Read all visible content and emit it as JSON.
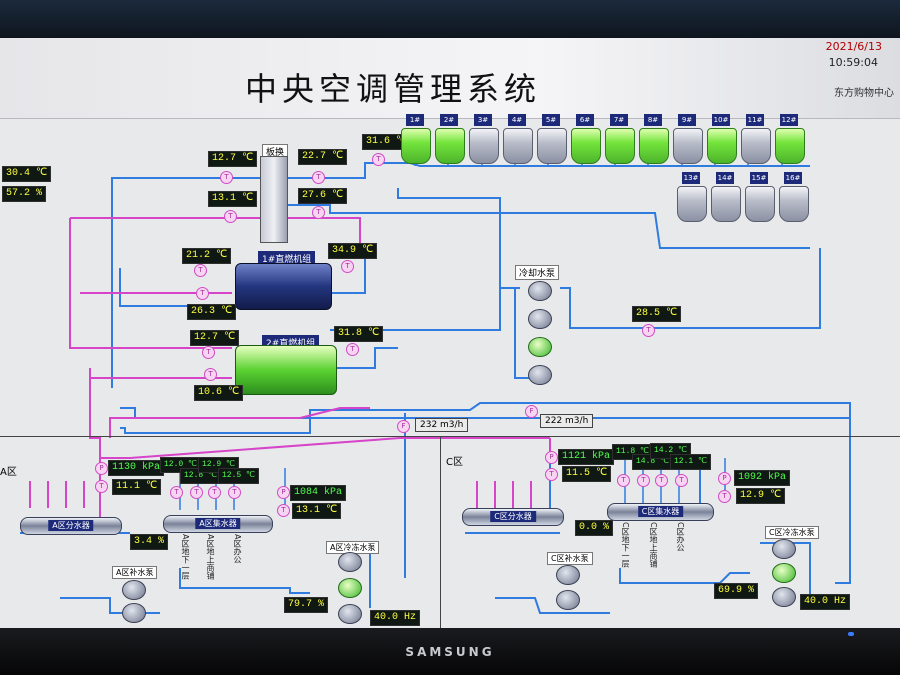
{
  "header": {
    "title": "中央空调管理系统",
    "date": "2021/6/13",
    "time": "10:59:04",
    "org": "东方购物中心"
  },
  "colors": {
    "pipe_blue": "#2f7be0",
    "pipe_magenta": "#d645c9",
    "readout_bg": "#101814",
    "readout_text": "#ffff40",
    "equip_on": "#5ad232"
  },
  "left_readouts": {
    "temp": "30.4 ℃",
    "humidity": "57.2 %"
  },
  "exchanger": {
    "label": "板换",
    "in_top": "12.7 ℃",
    "out_top": "22.7 ℃",
    "in_bottom": "13.1 ℃",
    "out_bottom": "27.6 ℃"
  },
  "tower_header_temp": "31.6 ℃",
  "towers_row1": [
    {
      "label": "1#",
      "state": "on"
    },
    {
      "label": "2#",
      "state": "on"
    },
    {
      "label": "3#",
      "state": "off"
    },
    {
      "label": "4#",
      "state": "off"
    },
    {
      "label": "5#",
      "state": "off"
    },
    {
      "label": "6#",
      "state": "on"
    },
    {
      "label": "7#",
      "state": "on"
    },
    {
      "label": "8#",
      "state": "on"
    },
    {
      "label": "9#",
      "state": "off"
    },
    {
      "label": "10#",
      "state": "on"
    },
    {
      "label": "11#",
      "state": "off"
    },
    {
      "label": "12#",
      "state": "on"
    }
  ],
  "towers_row2": [
    {
      "label": "13#",
      "state": "off"
    },
    {
      "label": "14#",
      "state": "off"
    },
    {
      "label": "15#",
      "state": "off"
    },
    {
      "label": "16#",
      "state": "off"
    }
  ],
  "chiller1": {
    "label": "1#直燃机组",
    "t_supply": "21.2 ℃",
    "t_cool_out": "34.9 ℃",
    "t_return": "26.3 ℃"
  },
  "chiller2": {
    "label": "2#直燃机组",
    "t_supply": "12.7 ℃",
    "t_cool_out": "31.8 ℃",
    "t_return": "10.6 ℃"
  },
  "cooling_pumps": {
    "label": "冷却水泵",
    "temp": "28.5 ℃"
  },
  "flows": {
    "f1": "232 m3/h",
    "f2": "222 m3/h"
  },
  "zone_a": {
    "name": "A区",
    "pressure_supply": "1130 kPa",
    "temp_supply": "11.1 ℃",
    "sub_temps": [
      "12.0 ℃",
      "12.8 ℃",
      "12.9 ℃",
      "12.5 ℃"
    ],
    "pressure_return": "1084 kPa",
    "temp_return": "13.1 ℃",
    "dist_label": "A区分水器",
    "coll_label": "A区集水器",
    "valve_pct": "3.4 %",
    "branches": [
      "A区地下一层",
      "A区地上商铺",
      "A区办公"
    ],
    "makeup_label": "A区补水泵",
    "chw_pump_label": "A区冷冻水泵",
    "pump_pct": "79.7 %",
    "freq": "40.0 Hz"
  },
  "zone_c": {
    "name": "C区",
    "pressure_supply": "1121 kPa",
    "temp_supply": "11.5 ℃",
    "sub_temps": [
      "11.8 ℃",
      "14.8 ℃",
      "14.2 ℃",
      "12.1 ℃"
    ],
    "pressure_return": "1092 kPa",
    "temp_return": "12.9 ℃",
    "dist_label": "C区分水器",
    "coll_label": "C区集水器",
    "valve_pct": "0.0 %",
    "branches": [
      "C区地下一层",
      "C区地上商铺",
      "C区办公"
    ],
    "makeup_label": "C区补水泵",
    "chw_pump_label": "C区冷冻水泵",
    "pump_pct": "69.9 %",
    "freq": "40.0 Hz"
  },
  "monitor_brand": "SAMSUNG"
}
